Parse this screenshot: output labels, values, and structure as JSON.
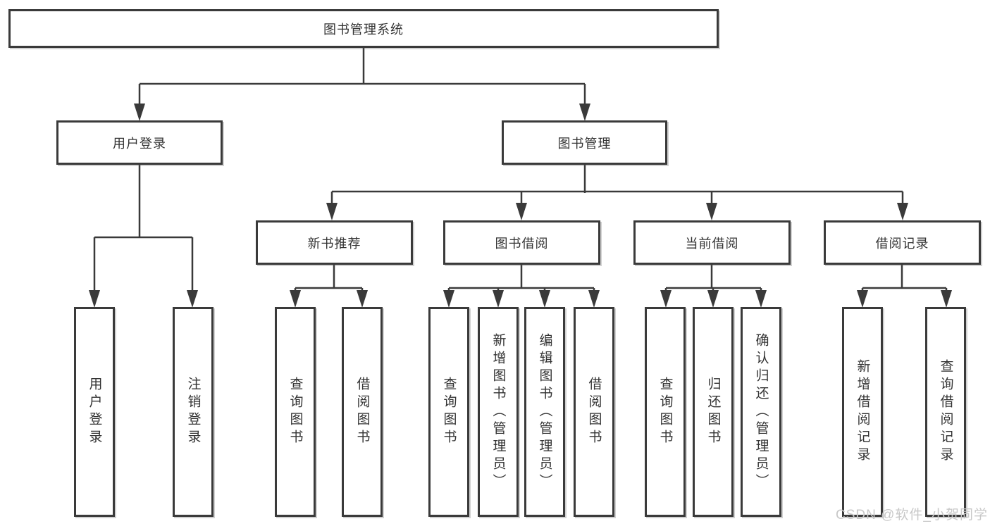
{
  "diagram": {
    "root": {
      "label": "图书管理系统"
    },
    "level2": {
      "user_login": {
        "label": "用户登录"
      },
      "book_management": {
        "label": "图书管理"
      }
    },
    "level3": {
      "new_book_recommendation": {
        "label": "新书推荐"
      },
      "book_borrowing": {
        "label": "图书借阅"
      },
      "current_borrowing": {
        "label": "当前借阅"
      },
      "borrowing_records": {
        "label": "借阅记录"
      }
    },
    "leaves": {
      "user_login": {
        "label": "用户登录"
      },
      "logout": {
        "label": "注销登录"
      },
      "nb_query_books": {
        "label": "查询图书"
      },
      "nb_borrow_books": {
        "label": "借阅图书"
      },
      "bb_query_books": {
        "label": "查询图书"
      },
      "bb_add_book_admin": {
        "label": "新增图书（管理员）"
      },
      "bb_edit_book_admin": {
        "label": "编辑图书（管理员）"
      },
      "bb_borrow_books": {
        "label": "借阅图书"
      },
      "cb_query_books": {
        "label": "查询图书"
      },
      "cb_return_books": {
        "label": "归还图书"
      },
      "cb_confirm_return_admin": {
        "label": "确认归还（管理员）"
      },
      "br_add_record": {
        "label": "新增借阅记录"
      },
      "br_query_record": {
        "label": "查询借阅记录"
      }
    },
    "watermark": {
      "label": "CSDN @软件_小贺同学"
    },
    "colors": {
      "line": "#3a3a3a",
      "text": "#333333",
      "background": "#ffffff",
      "watermark": "#c8c8c8"
    }
  }
}
